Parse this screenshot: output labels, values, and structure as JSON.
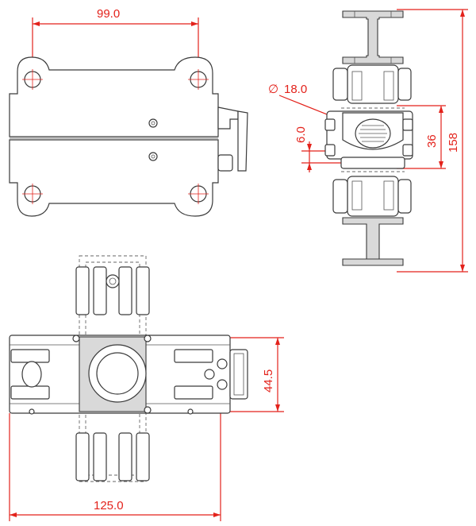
{
  "drawing": {
    "dimensions": {
      "top_width": "99.0",
      "bore_diameter": "18.0",
      "diameter_symbol": "∅",
      "gap": "6.0",
      "center_distance": "36",
      "overall_height": "158",
      "side_height": "44.5",
      "bottom_width": "125.0"
    },
    "colors": {
      "dimension": "#e3221b",
      "outline": "#3a3a3a",
      "fill_gray": "#d9d9d9"
    }
  }
}
